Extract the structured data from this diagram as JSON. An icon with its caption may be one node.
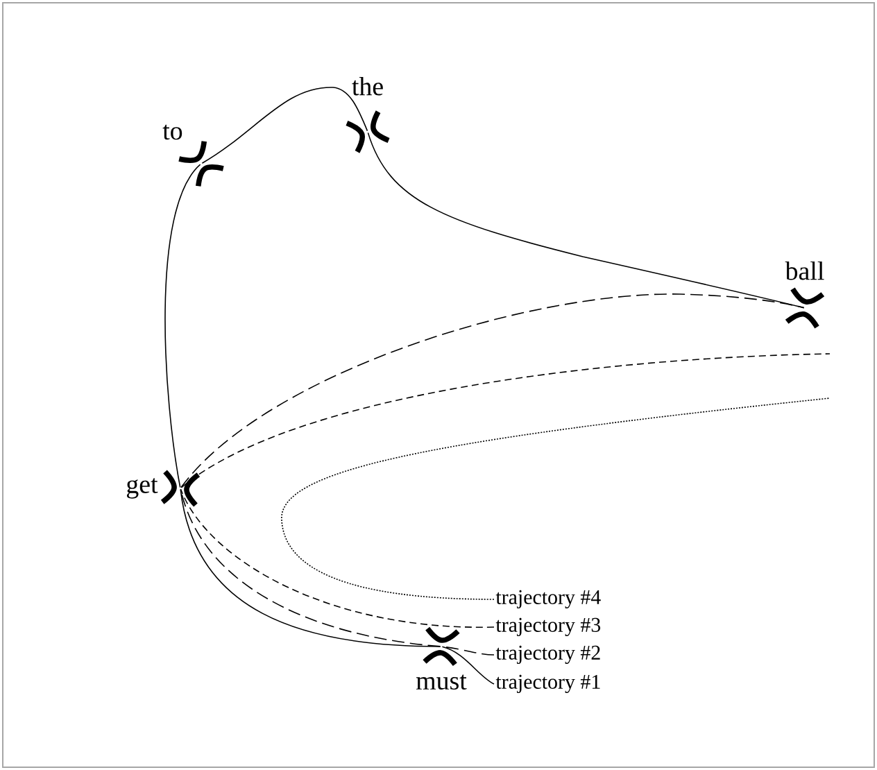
{
  "diagram": {
    "nodes": [
      {
        "text": [
          "to"
        ]
      },
      {
        "text": [
          "the"
        ]
      },
      {
        "text": [
          "ball"
        ]
      },
      {
        "text": [
          "get"
        ]
      },
      {
        "text": [
          "must"
        ]
      },
      {
        "text": [
          "trajectory #4"
        ]
      },
      {
        "text": [
          "trajectory #3"
        ]
      },
      {
        "text": [
          "trajectory #2"
        ]
      },
      {
        "text": [
          "trajectory #1"
        ]
      }
    ],
    "edges": [
      {
        "from": 8,
        "to": 4,
        "arrow": "none"
      },
      {
        "from": 4,
        "to": 3,
        "arrow": "none"
      },
      {
        "from": 3,
        "to": 0,
        "arrow": "none"
      },
      {
        "from": 0,
        "to": 1,
        "arrow": "none"
      },
      {
        "from": 1,
        "to": 2,
        "arrow": "none"
      },
      {
        "from": 7,
        "to": 4,
        "arrow": "none",
        "style": "dashed"
      },
      {
        "from": 4,
        "to": 3,
        "arrow": "none",
        "style": "dashed"
      },
      {
        "from": 3,
        "to": 2,
        "arrow": "none",
        "style": "dashed"
      },
      {
        "from": 6,
        "to": 3,
        "arrow": "none",
        "style": "dashed"
      },
      {
        "from": 3,
        "to": null,
        "arrow": "none",
        "style": "dashed"
      },
      {
        "from": 5,
        "to": null,
        "arrow": "none",
        "style": "dashed"
      }
    ]
  }
}
